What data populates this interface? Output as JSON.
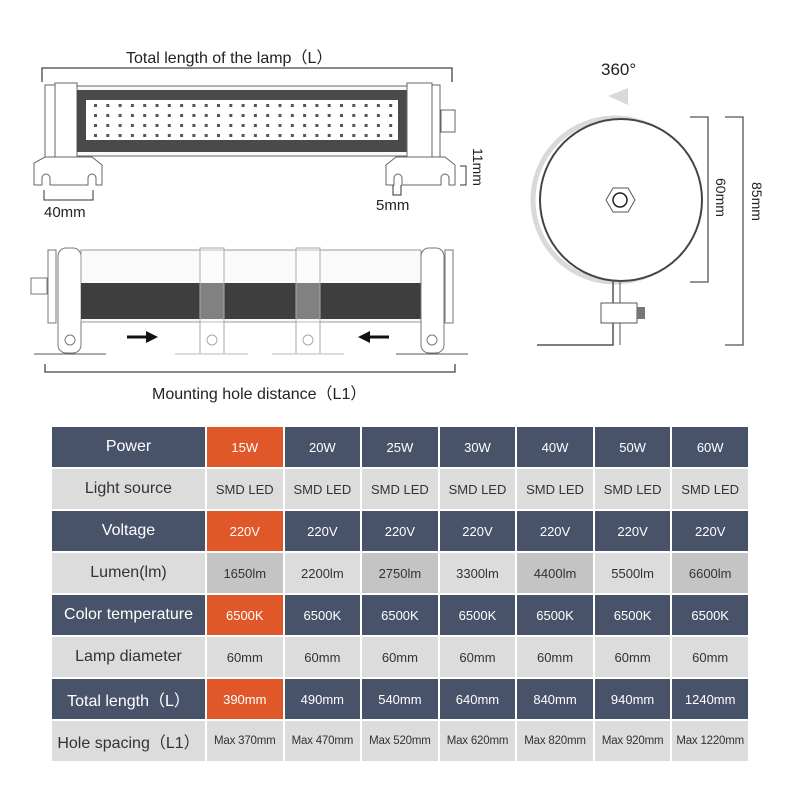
{
  "diagram": {
    "top_view_label": "Total length of the lamp（L）",
    "bracket_width_label": "40mm",
    "slot_width_label": "5mm",
    "slot_height_label": "11mm",
    "rotation_label": "360°",
    "diameter_label": "60mm",
    "height_label": "85mm",
    "side_view_label": "Mounting hole distance（L1）"
  },
  "spec_table": {
    "highlight_color": "#e0582a",
    "dark_row_color": "#48536a",
    "light_row_color": "#dcdcdc",
    "rows": [
      {
        "label": "Power",
        "style": "dark",
        "values": [
          "15W",
          "20W",
          "25W",
          "30W",
          "40W",
          "50W",
          "60W"
        ]
      },
      {
        "label": "Light source",
        "style": "light",
        "values": [
          "SMD LED",
          "SMD LED",
          "SMD LED",
          "SMD LED",
          "SMD LED",
          "SMD LED",
          "SMD LED"
        ]
      },
      {
        "label": "Voltage",
        "style": "dark",
        "values": [
          "220V",
          "220V",
          "220V",
          "220V",
          "220V",
          "220V",
          "220V"
        ]
      },
      {
        "label": "Lumen(lm)",
        "style": "light",
        "values": [
          "1650lm",
          "2200lm",
          "2750lm",
          "3300lm",
          "4400lm",
          "5500lm",
          "6600lm"
        ]
      },
      {
        "label": "Color temperature",
        "style": "dark",
        "values": [
          "6500K",
          "6500K",
          "6500K",
          "6500K",
          "6500K",
          "6500K",
          "6500K"
        ]
      },
      {
        "label": "Lamp diameter",
        "style": "light",
        "values": [
          "60mm",
          "60mm",
          "60mm",
          "60mm",
          "60mm",
          "60mm",
          "60mm"
        ]
      },
      {
        "label": "Total length（L）",
        "style": "dark",
        "values": [
          "390mm",
          "490mm",
          "540mm",
          "640mm",
          "840mm",
          "940mm",
          "1240mm"
        ]
      },
      {
        "label": "Hole spacing（L1）",
        "style": "light",
        "values": [
          "Max 370mm",
          "Max 470mm",
          "Max 520mm",
          "Max 620mm",
          "Max 820mm",
          "Max 920mm",
          "Max 1220mm"
        ]
      }
    ]
  }
}
